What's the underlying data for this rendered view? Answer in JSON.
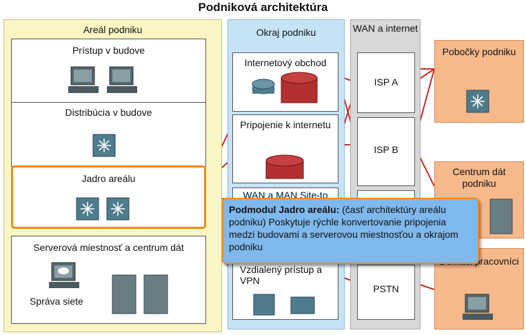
{
  "title": "Podniková architektúra",
  "zones": {
    "campus": "Areál podniku",
    "edge": "Okraj podniku",
    "wan": "WAN a internet",
    "branch": "Pobočky podniku",
    "datacenter": "Centrum dát podniku",
    "remote": "Domáci pracovníci"
  },
  "campus_modules": {
    "access": "Prístup v budove",
    "distribution": "Distribúcia v budove",
    "core": "Jadro areálu",
    "server": "Serverová miestnosť a centrum dát",
    "mgmt": "Správa siete"
  },
  "edge_modules": {
    "ecommerce": "Internetový obchod",
    "internet": "Pripojenie k internetu",
    "wanman": "WAN a MAN Site-to",
    "vpn": "Vzdialený prístup a VPN"
  },
  "wan_boxes": {
    "ispa": "ISP A",
    "ispb": "ISP B",
    "pstn": "PSTN"
  },
  "callout": {
    "heading": "Podmodul Jadro areálu:",
    "body": "(časť architektúry areálu podniku) Poskytuje rýchle konvertovanie pripojenia medzi budovami a serverovou miestnosťou a okrajom podniku"
  },
  "colors": {
    "campus_bg": "#fbf6c4",
    "edge_bg": "#c5e3f7",
    "wan_bg": "#d8d8d8",
    "right_bg": "#f5b98c",
    "links": "#c42b2b",
    "highlight": "#f08a1e"
  }
}
